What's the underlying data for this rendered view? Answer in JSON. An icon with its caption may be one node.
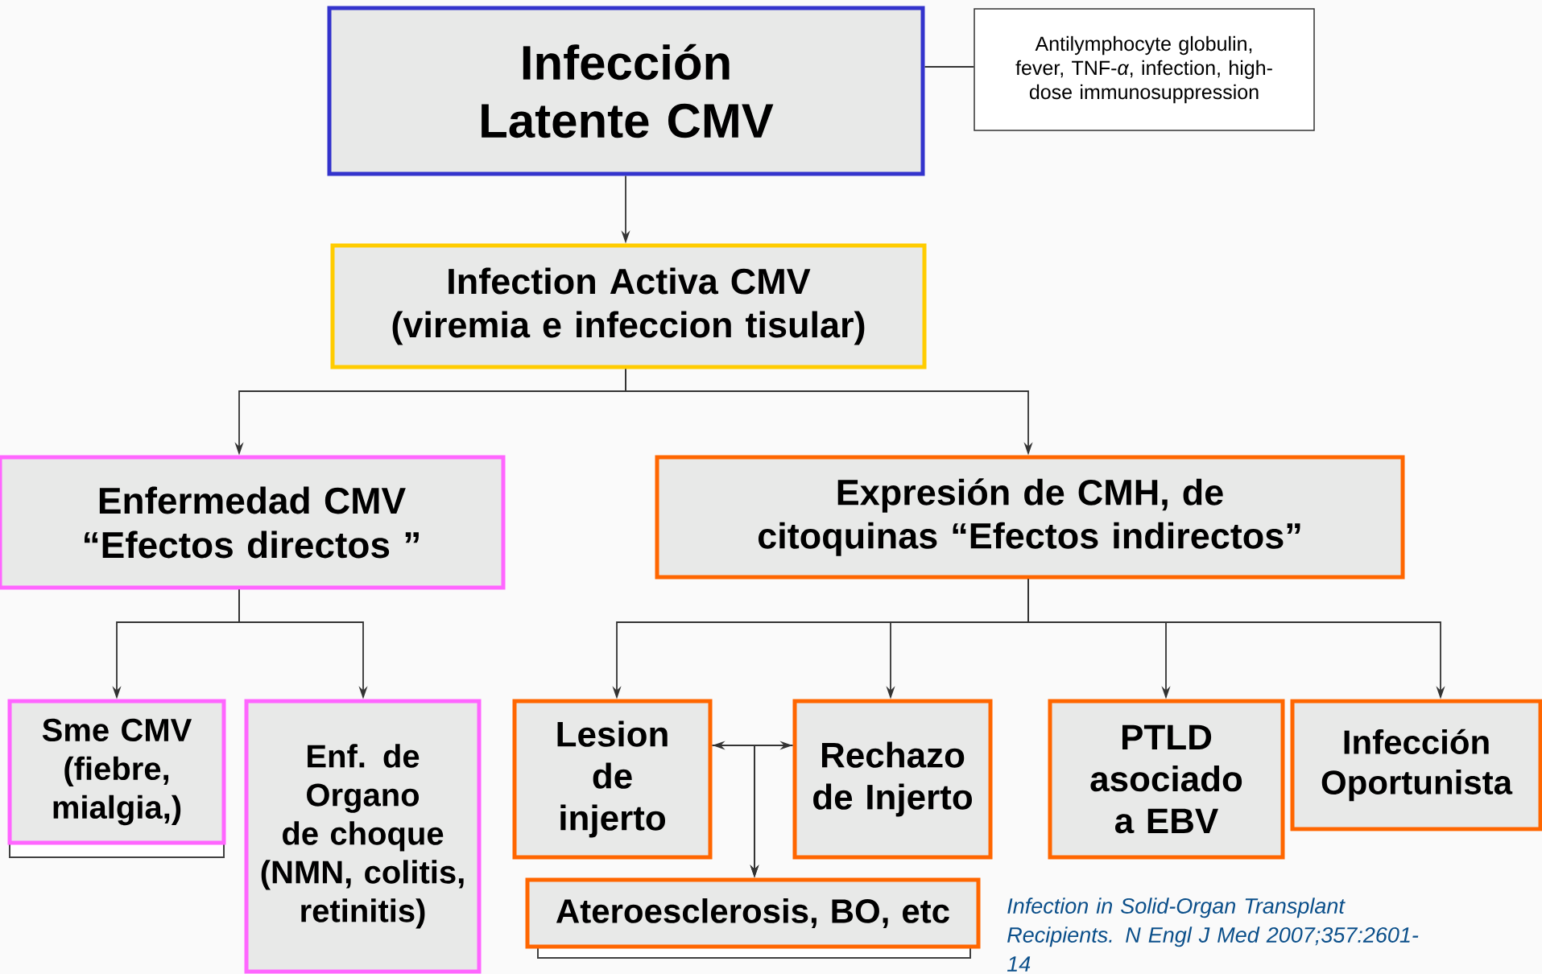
{
  "diagram": {
    "nodes": [
      {
        "text": [
          "Infección Latente CMV"
        ]
      },
      {
        "text": [
          "Antilymphocyte globulin, fever, TNF-*α*, infection, high-dose immunosuppression"
        ]
      },
      {
        "text": [
          "Infection Activa CMV (viremia e infeccion tisular)"
        ]
      },
      {
        "text": [
          "Enfermedad CMV “Efectos directos ”"
        ]
      },
      {
        "text": [
          "Expresión de CMH, de citoquinas “Efectos indirectos”"
        ]
      },
      {
        "text": [
          "Sme CMV (fiebre, mialgia,)"
        ]
      },
      {
        "text": [
          "Enf. de Organo de choque (NMN, colitis, retinitis)"
        ]
      },
      {
        "text": [
          "Lesion de injerto"
        ]
      },
      {
        "text": [
          "Rechazo de Injerto"
        ]
      },
      {
        "text": [
          "PTLD asociado a EBV"
        ]
      },
      {
        "text": [
          "Infección Oportunista"
        ]
      },
      {
        "text": [
          "Ateroesclerosis, BO, etc"
        ]
      }
    ],
    "edges": [
      {
        "from": 0,
        "to": 1,
        "arrow": "none"
      },
      {
        "from": 0,
        "to": 2,
        "arrow": "to"
      },
      {
        "from": 2,
        "to": 3,
        "arrow": "to"
      },
      {
        "from": 2,
        "to": 4,
        "arrow": "to"
      },
      {
        "from": 3,
        "to": 5,
        "arrow": "to"
      },
      {
        "from": 3,
        "to": 6,
        "arrow": "to"
      },
      {
        "from": 4,
        "to": 7,
        "arrow": "to"
      },
      {
        "from": 4,
        "to": 8,
        "arrow": "to"
      },
      {
        "from": 4,
        "to": 9,
        "arrow": "to"
      },
      {
        "from": 4,
        "to": 10,
        "arrow": "to"
      },
      {
        "from": 7,
        "to": 8,
        "arrow": "both"
      },
      {
        "from": 7,
        "to": 11,
        "arrow": "to"
      },
      {
        "from": 8,
        "to": 11,
        "arrow": "to"
      }
    ],
    "labels": [
      "Infection in Solid-Organ Transplant Recipients. N Engl J Med 2007;357:2601-14"
    ]
  }
}
